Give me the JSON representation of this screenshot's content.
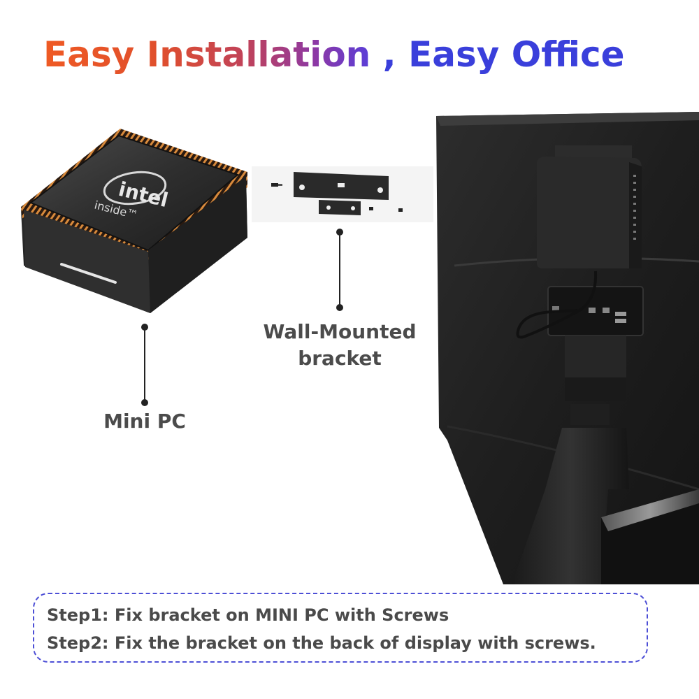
{
  "headline": {
    "part1": "Easy Installation",
    "separator": " , ",
    "part2": "Easy Office",
    "gradient_start": "#ef5a24",
    "gradient_end": "#5a3ed8",
    "accent_blue": "#3a3fdb"
  },
  "device": {
    "brand_logo": "intel",
    "brand_tagline": "inside™"
  },
  "labels": {
    "mini_pc": "Mini PC",
    "bracket_line1": "Wall-Mounted",
    "bracket_line2": "bracket"
  },
  "steps": [
    "Step1: Fix bracket on MINI PC with Screws",
    "Step2: Fix the bracket on the back of display with screws."
  ],
  "icons": [
    "mini-pc-image",
    "bracket-image",
    "screw-icon",
    "monitor-back-image"
  ]
}
